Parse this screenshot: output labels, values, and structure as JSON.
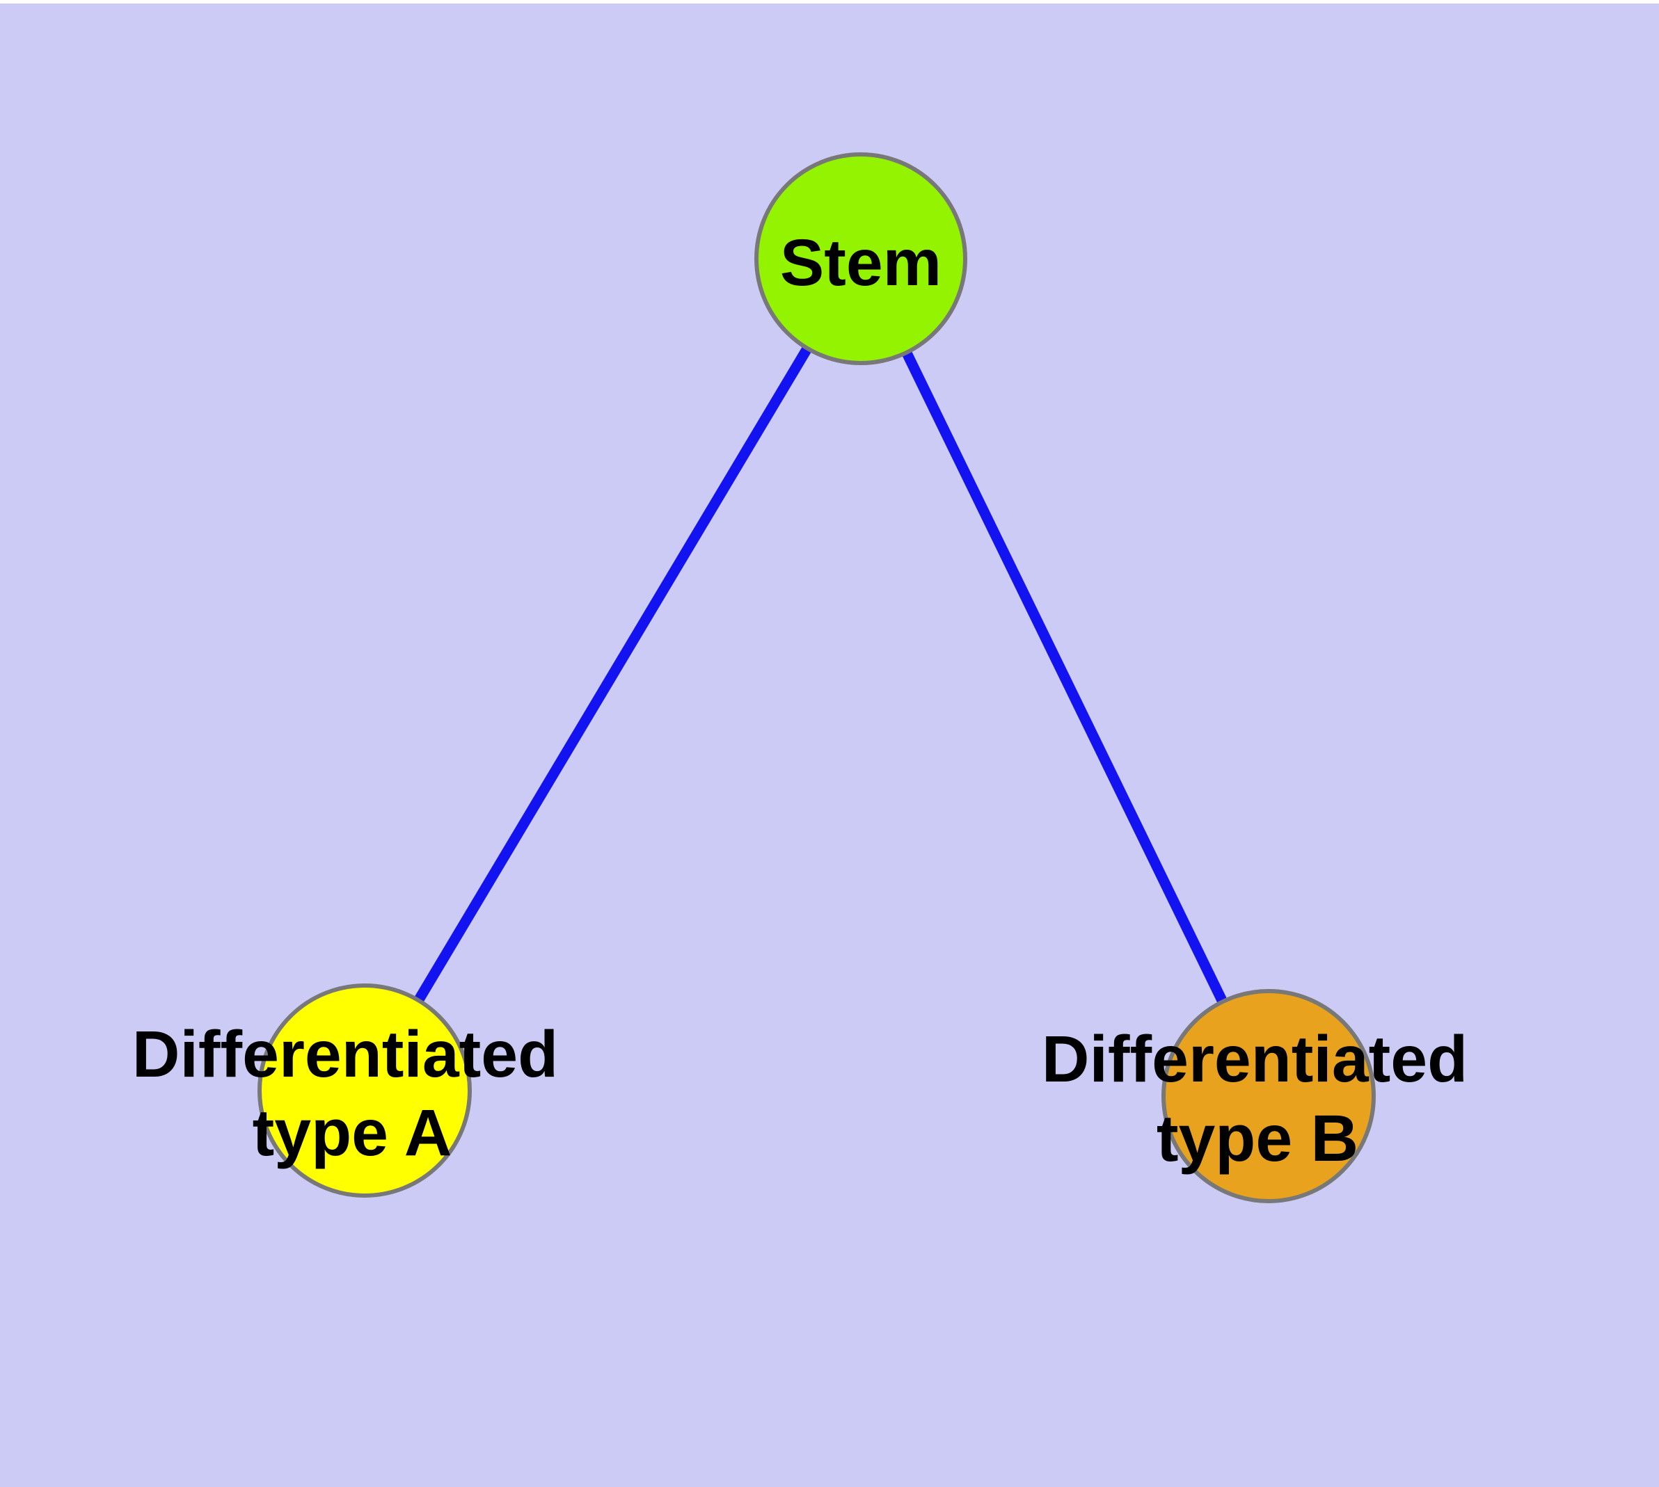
{
  "diagram": {
    "type": "node-link-graph",
    "background_color": "#CBCBF6",
    "frame_color": "#FFFFFF",
    "node_border_color": "#787878",
    "label_color": "#000000",
    "nodes": [
      {
        "id": "stem",
        "label": "Stem",
        "label_lines": [
          "Stem"
        ],
        "color": "#94F400",
        "shape": "circle"
      },
      {
        "id": "differentiated-type-a",
        "label": "Differentiated type A",
        "label_lines": [
          "Differentiated",
          "type A"
        ],
        "color": "#FFFF00",
        "shape": "circle"
      },
      {
        "id": "differentiated-type-b",
        "label": "Differentiated type B",
        "label_lines": [
          "Differentiated",
          "type B"
        ],
        "color": "#E8A21E",
        "shape": "circle"
      }
    ],
    "edges": [
      {
        "from": "stem",
        "to": "differentiated-type-a",
        "color": "#1313F2"
      },
      {
        "from": "stem",
        "to": "differentiated-type-b",
        "color": "#1313F2"
      }
    ]
  }
}
